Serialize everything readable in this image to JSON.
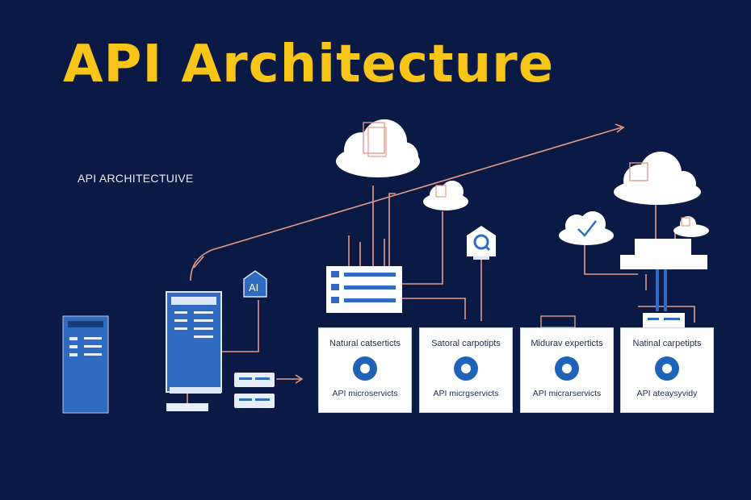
{
  "title": "API Architecture",
  "subtitle": "API ARCHITECTUIVE",
  "ai_badge": "AI",
  "colors": {
    "background": "#0b1a44",
    "title": "#f7c518",
    "connector": "#e49a8c",
    "server_blue": "#2f6cc1",
    "card_icon": "#1f63b8"
  },
  "cards": [
    {
      "caption": "Natural catserticts",
      "label": "API microservicts",
      "icon": "ring-icon"
    },
    {
      "caption": "Satoral carpotipts",
      "label": "API micrgservicts",
      "icon": "ring-icon"
    },
    {
      "caption": "Midurav experticts",
      "label": "API micrarservicts",
      "icon": "ring-icon"
    },
    {
      "caption": "Natinal carpetipts",
      "label": "API ateaysyvidy",
      "icon": "ring-icon"
    }
  ]
}
